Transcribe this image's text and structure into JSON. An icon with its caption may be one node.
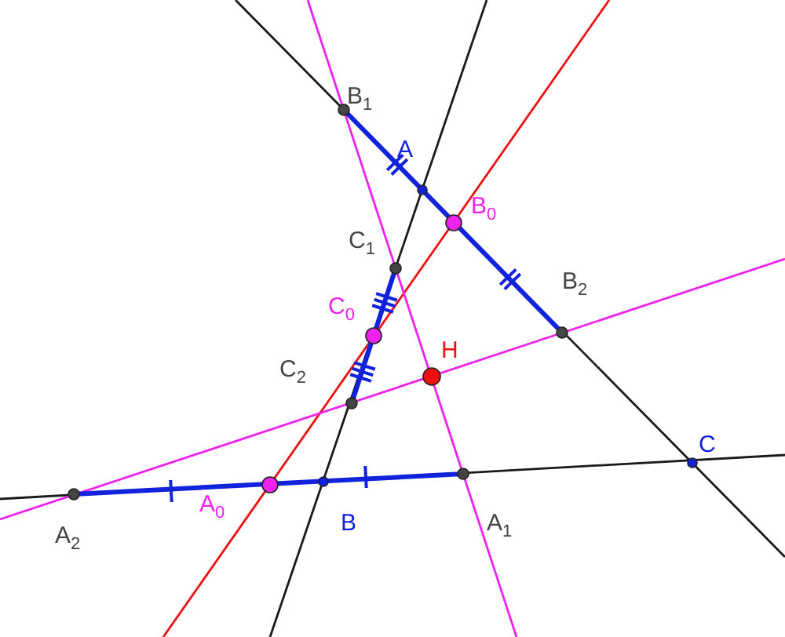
{
  "diagram": {
    "labels": [
      "B$_{1}$",
      "A",
      "B$_{0}$",
      "C$_{1}$",
      "B$_{2}$",
      "C$_{0}$",
      "H",
      "C$_{2}$",
      "C",
      "A$_{0}$",
      "B",
      "A$_{1}$",
      "A$_{2}$"
    ]
  }
}
